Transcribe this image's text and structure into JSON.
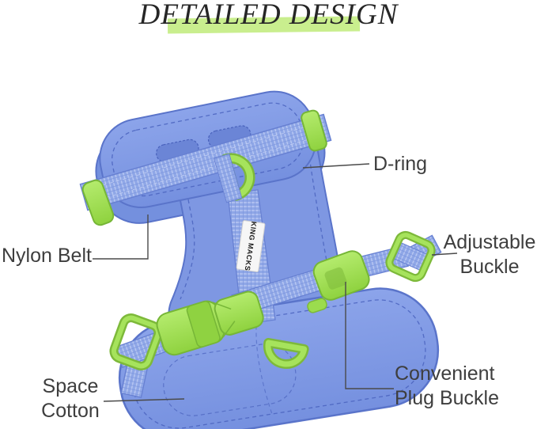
{
  "title": {
    "text": "DETAILED DESIGN"
  },
  "brand_label": "KING MACKS",
  "callouts": {
    "d_ring": "D-ring",
    "nylon_belt": "Nylon Belt",
    "adjustable_buckle": "Adjustable Buckle",
    "space_cotton": "Space Cotton",
    "convenient_plug_buckle": "Convenient Plug Buckle"
  },
  "colors": {
    "background": "#FFFFFF",
    "highlight": "#C9EE8E",
    "title_text": "#262626",
    "label_text": "#3E3E3E",
    "harness_blue": "#7E97E2",
    "webbing_blue": "#8FA7E7",
    "accent_green": "#9BDC4E",
    "pointer_line": "#4A4A4A"
  }
}
